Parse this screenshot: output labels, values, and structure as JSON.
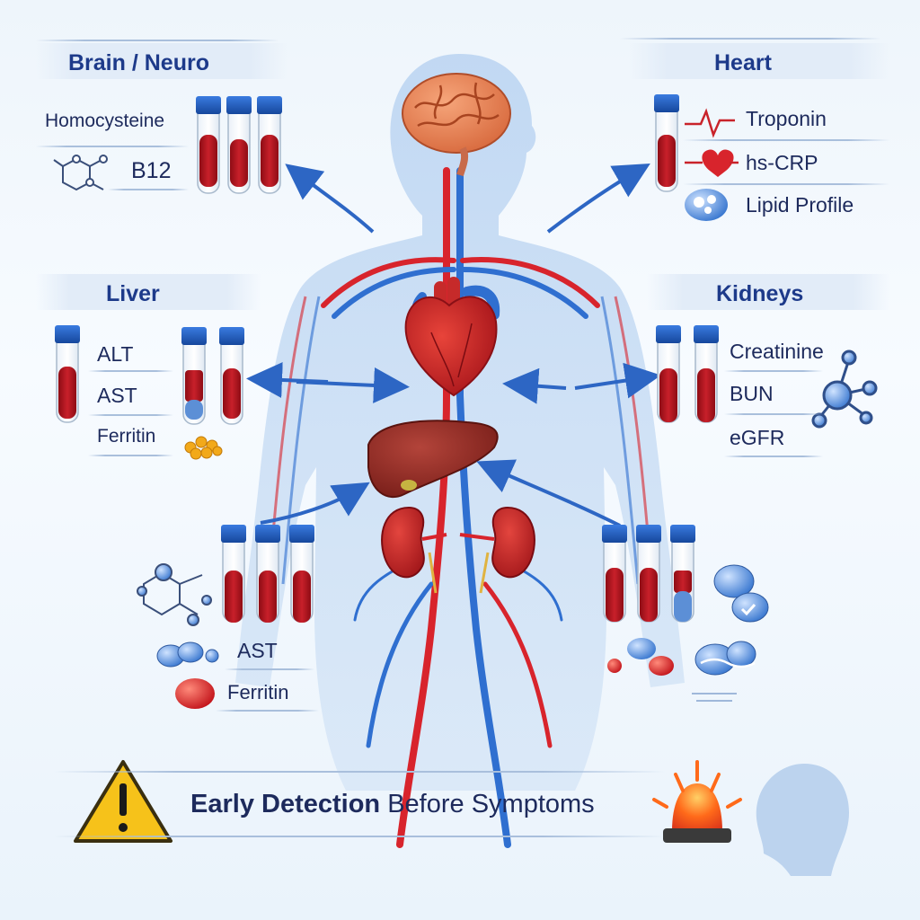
{
  "sections": {
    "brain": {
      "title": "Brain / Neuro",
      "markers": [
        "Homocysteine",
        "B12"
      ]
    },
    "heart": {
      "title": "Heart",
      "markers": [
        "Troponin",
        "hs-CRP",
        "Lipid Profile"
      ]
    },
    "liver": {
      "title": "Liver",
      "markers": [
        "ALT",
        "AST",
        "Ferritin"
      ]
    },
    "kidneys": {
      "title": "Kidneys",
      "markers": [
        "Creatinine",
        "BUN",
        "eGFR"
      ]
    },
    "lower_left": {
      "markers": [
        "AST",
        "Ferritin"
      ]
    }
  },
  "banner": {
    "bold": "Early Detection",
    "rest": " Before Symptoms"
  },
  "colors": {
    "blood": "#b3121d",
    "cap": "#1f5bb5",
    "artery": "#d8242c",
    "vein": "#2f6fd0",
    "title": "#1d3a8a",
    "warning": "#f6c21a"
  },
  "icons": [
    "warning-icon",
    "siren-icon",
    "person-head-icon",
    "brain-icon",
    "heart-icon",
    "liver-icon",
    "kidney-icon",
    "molecule-icon",
    "ecg-icon",
    "heart-pulse-icon"
  ]
}
